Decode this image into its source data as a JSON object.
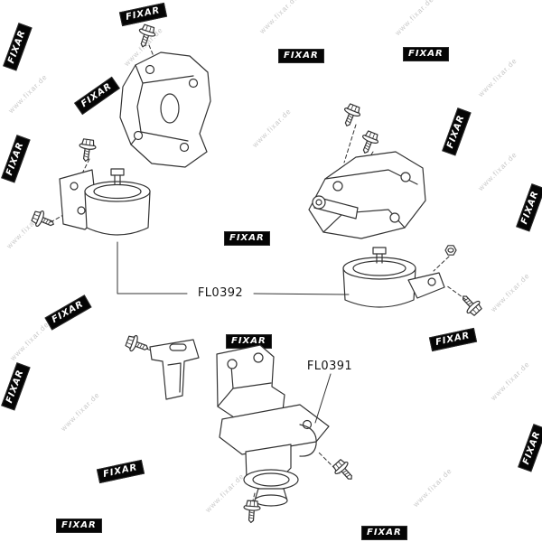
{
  "watermark": {
    "brand": "FIXAR",
    "url": "www.fixar.de"
  },
  "diagram": {
    "labels": {
      "fl0392": "FL0392",
      "fl0391": "FL0391"
    }
  }
}
